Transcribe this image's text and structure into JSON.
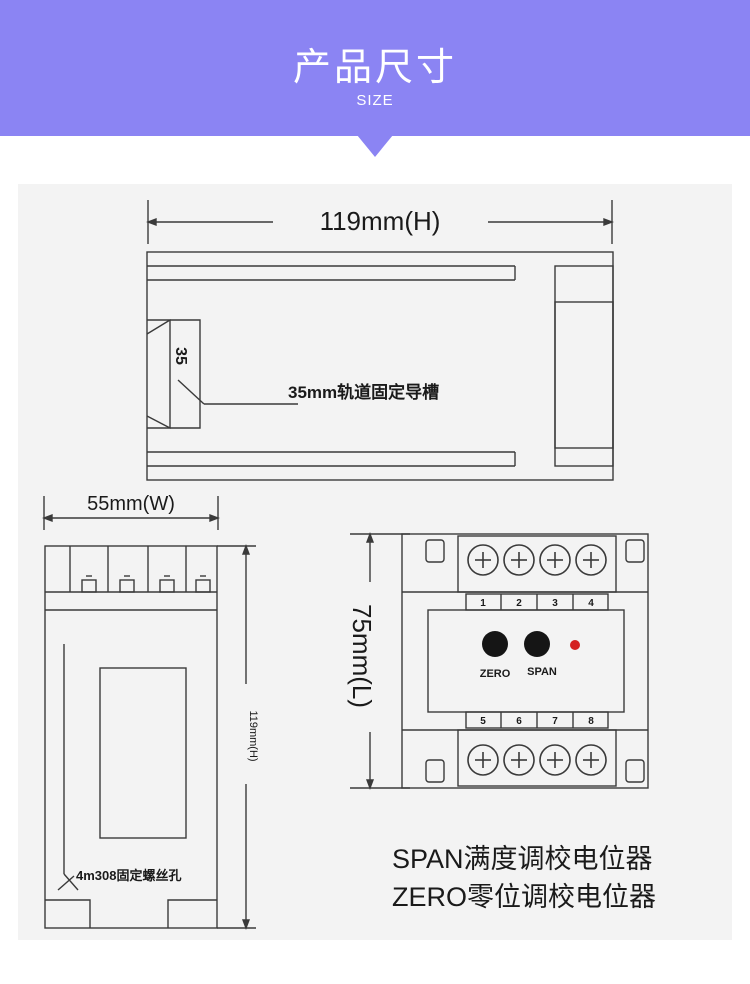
{
  "header": {
    "title": "产品尺寸",
    "subtitle": "SIZE"
  },
  "diagram": {
    "top_view": {
      "dim_height": "119mm(H)",
      "rail_size": "35",
      "rail_label": "35mm轨道固定导槽"
    },
    "side_view": {
      "dim_width": "55mm(W)",
      "dim_height_small": "119mm(H)",
      "screw_hole_label": "4m308固定螺丝孔"
    },
    "front_view": {
      "dim_length": "75mm(L)",
      "terminals_top": [
        "1",
        "2",
        "3",
        "4"
      ],
      "terminals_bottom": [
        "5",
        "6",
        "7",
        "8"
      ],
      "zero_label": "ZERO",
      "span_label": "SPAN"
    },
    "legend": {
      "span_desc": "SPAN满度调校电位器",
      "zero_desc": "ZERO零位调校电位器"
    }
  },
  "colors": {
    "banner": "#8b84f3",
    "card": "#f3f3f3",
    "line": "#3a3a3a",
    "indicator": "#d42020",
    "knob": "#151515"
  }
}
